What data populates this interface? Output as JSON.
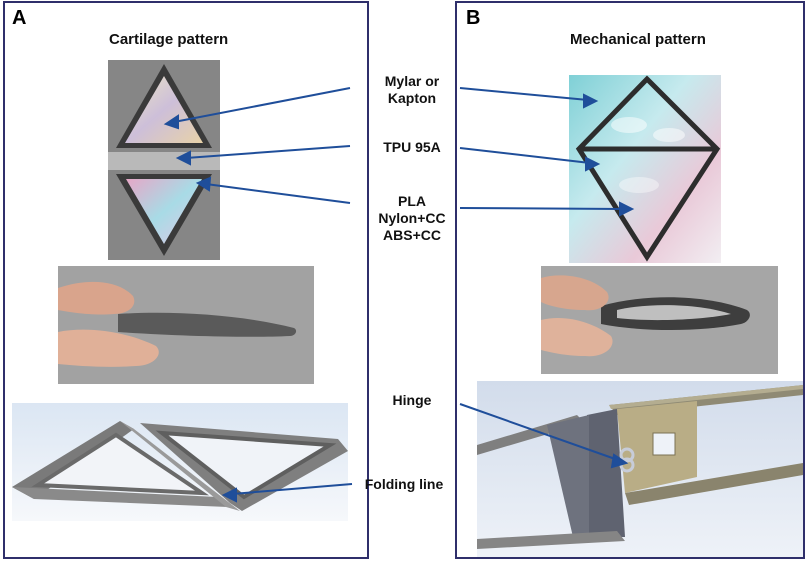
{
  "panel_a": {
    "letter": "A",
    "title": "Cartilage pattern"
  },
  "panel_b": {
    "letter": "B",
    "title": "Mechanical pattern"
  },
  "labels": {
    "film": [
      "Mylar or",
      "Kapton"
    ],
    "tpu": "TPU 95A",
    "frame": [
      "PLA",
      "Nylon+CC",
      "ABS+CC"
    ],
    "hinge": "Hinge",
    "folding_line": "Folding line"
  },
  "colors": {
    "leader_line": "#1f4e9a",
    "panel_border": "#2f2f6b"
  }
}
